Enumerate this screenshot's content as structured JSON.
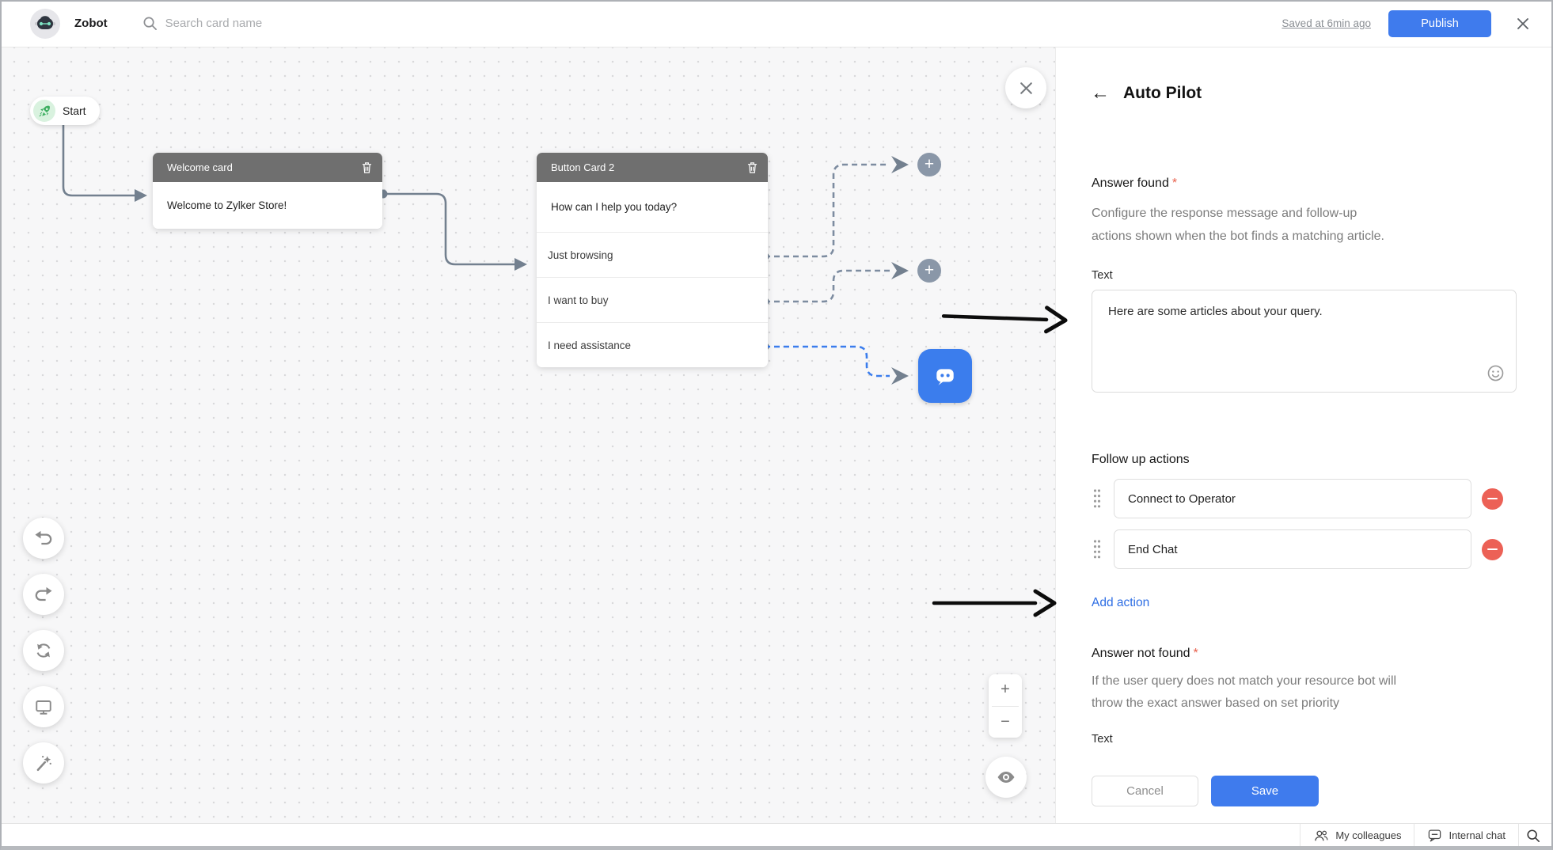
{
  "header": {
    "app_name": "Zobot",
    "search_placeholder": "Search card name",
    "saved_status": "Saved at 6min ago",
    "publish_label": "Publish"
  },
  "canvas": {
    "start_label": "Start",
    "welcome_card": {
      "title": "Welcome card",
      "message": "Welcome to Zylker Store!"
    },
    "button_card": {
      "title": "Button Card 2",
      "question": "How can I help you today?",
      "options": [
        "Just browsing",
        "I want to buy",
        "I need assistance"
      ]
    },
    "plus_glyph": "+"
  },
  "panel": {
    "title": "Auto Pilot",
    "back_glyph": "←",
    "answer_found": {
      "heading": "Answer found",
      "required_mark": "*",
      "description_lines": [
        "Configure the response message and follow-up",
        "actions shown when the bot finds a matching article."
      ],
      "text_label": "Text",
      "text_value": "Here are some articles about your query."
    },
    "follow_up": {
      "heading": "Follow up actions",
      "actions": [
        "Connect to Operator",
        "End Chat"
      ],
      "add_action_label": "Add action"
    },
    "answer_not_found": {
      "heading": "Answer not found",
      "required_mark": "*",
      "description_lines": [
        "If the user query does not match your resource bot will",
        "throw the exact answer based on set priority"
      ],
      "text_label": "Text"
    },
    "footer_buttons": {
      "cancel_label": "Cancel",
      "save_label": "Save"
    }
  },
  "zoom_controls": {
    "zoom_in": "+",
    "zoom_out": "−"
  },
  "statusbar": {
    "my_colleagues": "My colleagues",
    "internal_chat": "Internal chat"
  },
  "colors": {
    "accent_blue": "#3f7bed",
    "danger_red": "#ec6156",
    "card_header_gray": "#6f6f6f",
    "connector_slate": "#73808f",
    "add_action_blue": "#2e6ee4",
    "start_green": "#3faf62"
  }
}
